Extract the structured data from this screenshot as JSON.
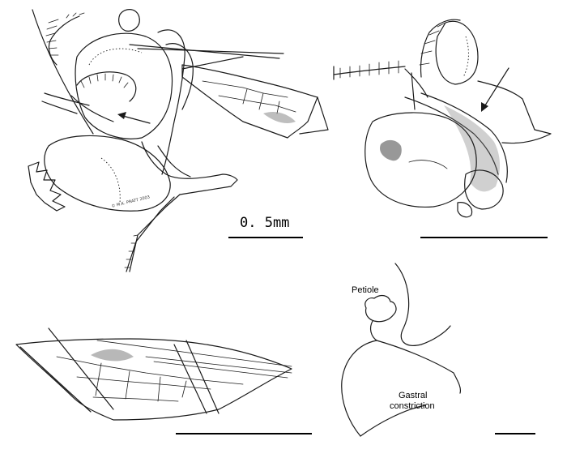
{
  "scale_bar_label": "0. 5mm",
  "labels": {
    "petiole": "Petiole",
    "gastral_line1": "Gastral",
    "gastral_line2": "constriction"
  },
  "signature": "© M.K. PRATT 2003"
}
